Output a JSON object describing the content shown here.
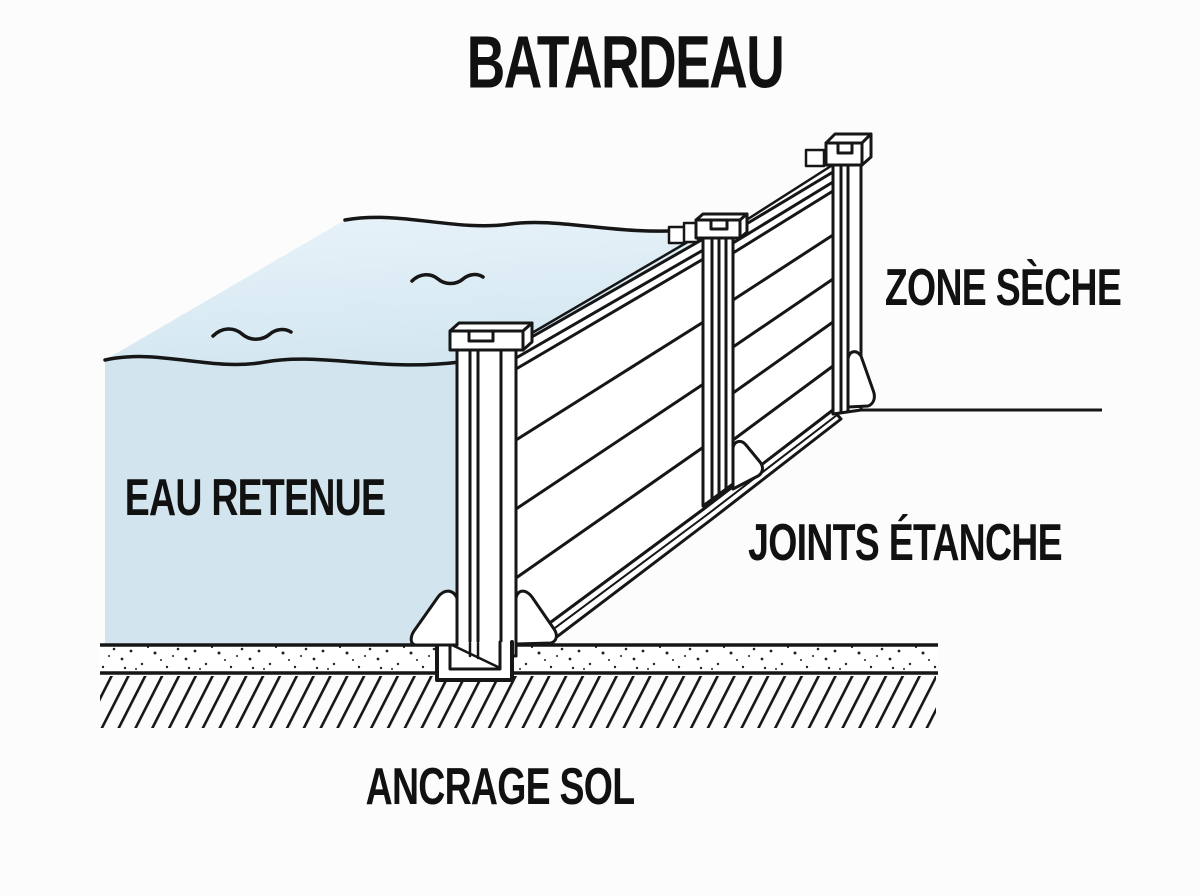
{
  "diagram": {
    "title": "BATARDEAU",
    "labels": {
      "dry_zone": "ZONE SÈCHE",
      "retained_water": "EAU RETENUE",
      "watertight_joints": "JOINTS ÉTANCHE",
      "ground_anchor": "ANCRAGE SOL"
    },
    "colors": {
      "water_surface_light": "#e8f3f9",
      "water_surface_deep": "#d4e7f1",
      "water_front_face": "#d2e5ef",
      "outline": "#161616",
      "background": "#fcfcfc",
      "label_text": "#111111"
    }
  }
}
